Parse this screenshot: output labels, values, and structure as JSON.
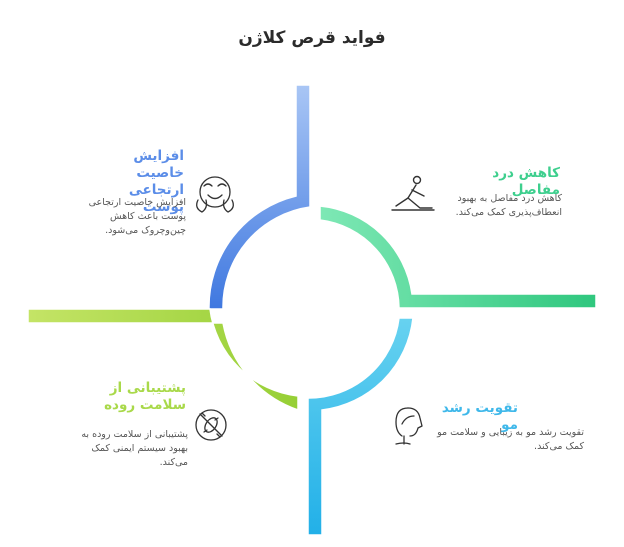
{
  "title": "فواید قرص کلاژن",
  "sections": [
    {
      "title": "افزایش خاصیت ارتجاعی پوست",
      "description": "افزایش خاصیت ارتجاعی پوست باعث کاهش چین‌وچروک می‌شود.",
      "color": "#5b8de8",
      "icon": "smiling-face-icon"
    },
    {
      "title": "کاهش درد مفاصل",
      "description": "کاهش درد مفاصل به بهبود انعطاف‌پذیری کمک می‌کند.",
      "color": "#3ecf8e",
      "icon": "stretching-person-icon"
    },
    {
      "title": "پشتیبانی از سلامت روده",
      "description": "پشتیبانی از سلامت روده به بهبود سیستم ایمنی کمک می‌کند.",
      "color": "#a9d94a",
      "icon": "no-bacteria-icon"
    },
    {
      "title": "تقویت رشد مو",
      "description": "تقویت رشد مو به زیبایی و سلامت مو کمک می‌کند.",
      "color": "#3fb8ea",
      "icon": "woman-hair-icon"
    }
  ]
}
